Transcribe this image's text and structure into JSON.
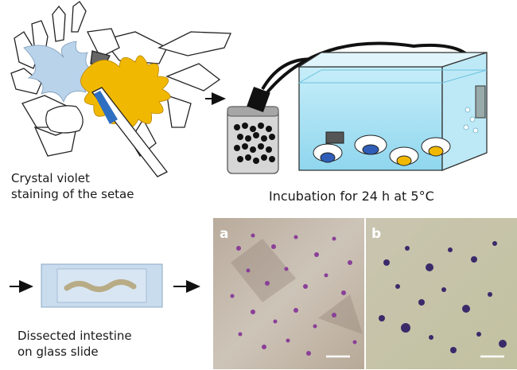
{
  "captions": {
    "staining": [
      "Crystal violet",
      "staining of the setae"
    ],
    "incubation": "Incubation for 24 h at 5°C",
    "slide": [
      "Dissected intestine",
      "on glass slide"
    ]
  },
  "panels": {
    "a": "a",
    "b": "b"
  },
  "colors": {
    "setae_blue": "#b9d3ea",
    "setae_yellow": "#f0b800",
    "water": "#aee4f4",
    "slide": "#c9dcee",
    "intestine": "#b8ac86",
    "stain_purple": "#8a3f98",
    "stain_dark": "#3a2a6a"
  }
}
